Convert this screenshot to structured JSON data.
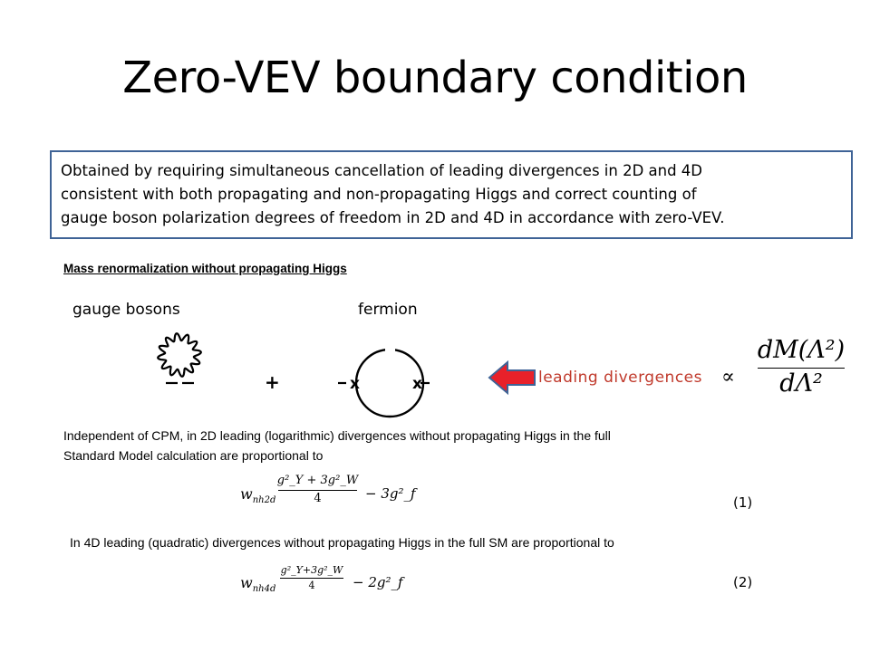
{
  "slide": {
    "title": "Zero-VEV boundary condition",
    "note_lines": [
      "Obtained by requiring simultaneous cancellation of leading divergences in 2D and 4D",
      "consistent with both propagating and non-propagating Higgs and correct counting of",
      "gauge boson polarization degrees of freedom in 2D and 4D in accordance with zero-VEV."
    ]
  },
  "figure": {
    "heading": "Mass renormalization without propagating Higgs",
    "gauge_label": "gauge bosons",
    "fermion_label": "fermion",
    "plus": "+",
    "leading_label": "leading  divergences",
    "propto": "∝",
    "dM": "dM(Λ²)",
    "dLambda": "dΛ²"
  },
  "text": {
    "cpm_line1": "Independent of CPM, in 2D leading (logarithmic) divergences without propagating Higgs in the full",
    "cpm_line2": "Standard Model calculation are proportional to",
    "quad_line": "In 4D leading (quadratic) divergences without propagating Higgs in the full SM are proportional to",
    "eq1_number": "(1)",
    "eq2_number": "(2)"
  },
  "equations": {
    "eq1_w": "w",
    "eq1_sub": "nh2d",
    "eq1_num": "g²_Y + 3g²_W",
    "eq1_den": "4",
    "eq1_tail": "− 3g²_f",
    "eq2_w": "w",
    "eq2_sub": "nh4d",
    "eq2_num": "g²_Y+3g²_W",
    "eq2_den": "4",
    "eq2_tail": "− 2g²_f"
  },
  "colors": {
    "box_border": "#3f6396",
    "arrow_fill": "#e8212a",
    "arrow_stroke": "#3f6396",
    "leading_text": "#c0392b"
  }
}
